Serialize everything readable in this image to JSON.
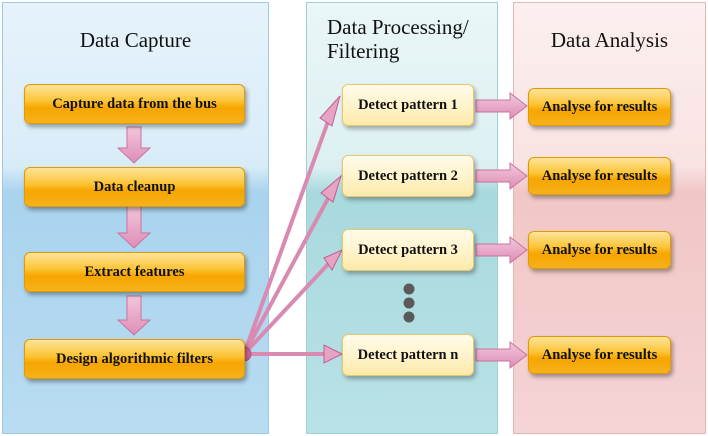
{
  "columns": {
    "capture": {
      "title": "Data Capture"
    },
    "processing": {
      "title_line1": "Data Processing/",
      "title_line2": "Filtering"
    },
    "analysis": {
      "title": "Data Analysis"
    }
  },
  "capture_steps": [
    "Capture data from the bus",
    "Data cleanup",
    "Extract features",
    "Design algorithmic filters"
  ],
  "patterns": [
    "Detect pattern 1",
    "Detect pattern 2",
    "Detect pattern 3",
    "Detect pattern n"
  ],
  "analysis_steps": [
    "Analyse for results",
    "Analyse for results",
    "Analyse for results",
    "Analyse for results"
  ],
  "colors": {
    "capture_panel": "#bfe0f2",
    "processing_panel": "#bfe5e8",
    "analysis_panel": "#f6d7d7",
    "arrow_fill": "#e7a3c3",
    "arrow_stroke": "#c05f8e",
    "box_accent": "#f7a500"
  }
}
